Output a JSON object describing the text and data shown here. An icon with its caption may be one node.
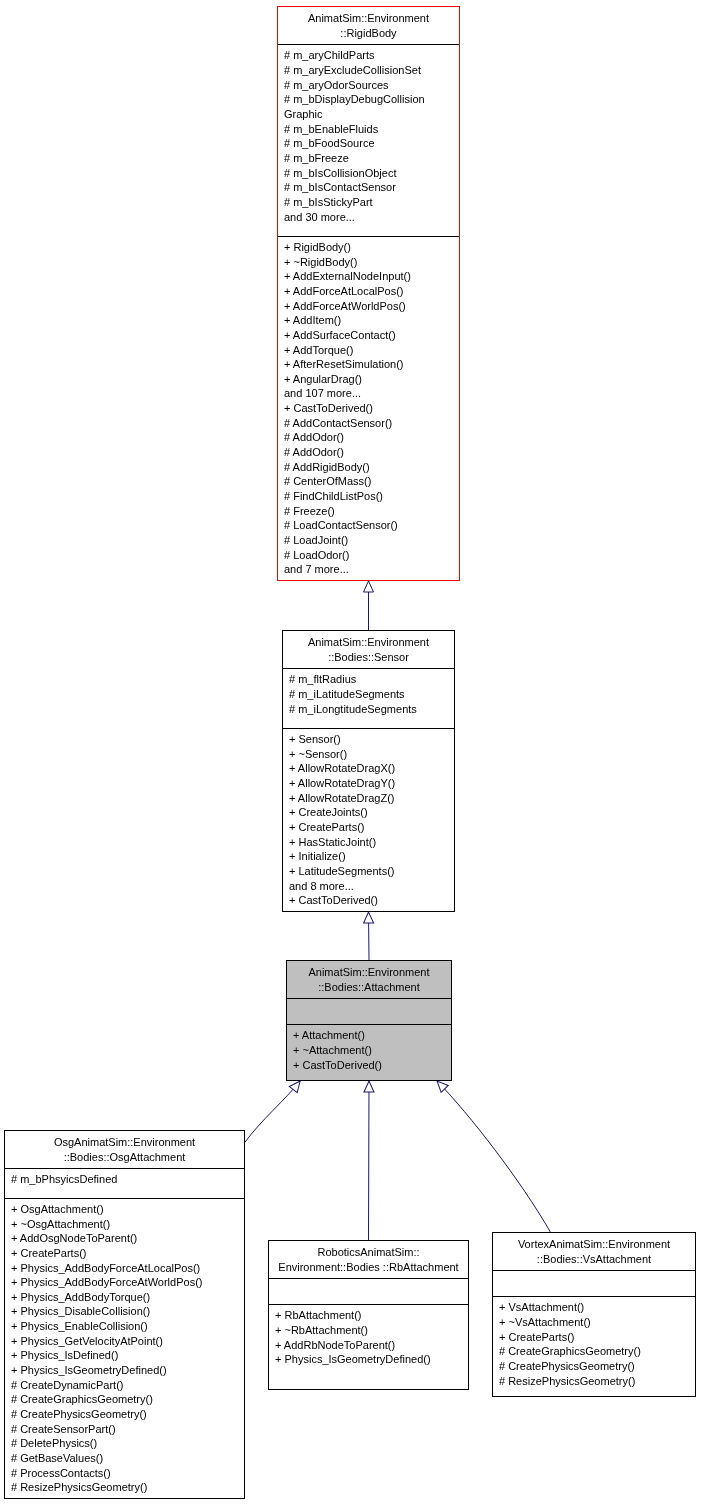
{
  "diagram": {
    "nodes": [
      {
        "text": [
          "AnimatSim::Environment ::RigidBody"
        ]
      },
      {
        "text": [
          "# m_aryChildParts",
          "# m_aryExcludeCollisionSet",
          "# m_aryOdorSources",
          "# m_bDisplayDebugCollision Graphic",
          "# m_bEnableFluids",
          "# m_bFoodSource",
          "# m_bFreeze",
          "# m_bIsCollisionObject",
          "# m_bIsContactSensor",
          "# m_bIsStickyPart",
          "and 30 more..."
        ],
        "in": 0
      },
      {
        "text": [
          "+ RigidBody()",
          "+ ~RigidBody()",
          "+ AddExternalNodeInput()",
          "+ AddForceAtLocalPos()",
          "+ AddForceAtWorldPos()",
          "+ AddItem()",
          "+ AddSurfaceContact()",
          "+ AddTorque()",
          "+ AfterResetSimulation()",
          "+ AngularDrag()",
          "and 107 more...",
          "+ CastToDerived()",
          "# AddContactSensor()",
          "# AddOdor()",
          "# AddOdor()",
          "# AddRigidBody()",
          "# CenterOfMass()",
          "# FindChildListPos()",
          "# Freeze()",
          "# LoadContactSensor()",
          "# LoadJoint()",
          "# LoadOdor()",
          "and 7 more..."
        ],
        "in": 0
      },
      {
        "text": [
          "AnimatSim::Environment ::Bodies::Sensor"
        ]
      },
      {
        "text": [
          "# m_fltRadius",
          "# m_iLatitudeSegments",
          "# m_iLongtitudeSegments"
        ],
        "in": 3
      },
      {
        "text": [
          "+ Sensor()",
          "+ ~Sensor()",
          "+ AllowRotateDragX()",
          "+ AllowRotateDragY()",
          "+ AllowRotateDragZ()",
          "+ CreateJoints()",
          "+ CreateParts()",
          "+ HasStaticJoint()",
          "+ Initialize()",
          "+ LatitudeSegments()",
          "and 8 more...",
          "+ CastToDerived()"
        ],
        "in": 3
      },
      {
        "text": [
          "AnimatSim::Environment ::Bodies::Attachment"
        ]
      },
      {
        "text": [],
        "shape": "box",
        "in": 6
      },
      {
        "text": [
          "+ Attachment()",
          "+ ~Attachment()",
          "+ CastToDerived()"
        ],
        "in": 6
      },
      {
        "text": [
          "OsgAnimatSim::Environment ::Bodies::OsgAttachment"
        ]
      },
      {
        "text": [
          "# m_bPhsyicsDefined"
        ],
        "in": 9
      },
      {
        "text": [
          "+ OsgAttachment()",
          "+ ~OsgAttachment()",
          "+ AddOsgNodeToParent()",
          "+ CreateParts()",
          "+ Physics_AddBodyForceAtLocalPos()",
          "+ Physics_AddBodyForceAtWorldPos()",
          "+ Physics_AddBodyTorque()",
          "+ Physics_DisableCollision()",
          "+ Physics_EnableCollision()",
          "+ Physics_GetVelocityAtPoint()",
          "+ Physics_IsDefined()",
          "+ Physics_IsGeometryDefined()",
          "# CreateDynamicPart()",
          "# CreateGraphicsGeometry()",
          "# CreatePhysicsGeometry()",
          "# CreateSensorPart()",
          "# DeletePhysics()",
          "# GetBaseValues()",
          "# ProcessContacts()",
          "# ResizePhysicsGeometry()"
        ],
        "in": 9
      },
      {
        "text": [
          "RoboticsAnimatSim:: Environment::Bodies ::RbAttachment"
        ]
      },
      {
        "text": [],
        "shape": "box",
        "in": 12
      },
      {
        "text": [
          "+ RbAttachment()",
          "+ ~RbAttachment()",
          "+ AddRbNodeToParent()",
          "+ Physics_IsGeometryDefined()"
        ],
        "in": 12
      },
      {
        "text": [
          "VortexAnimatSim::Environment ::Bodies::VsAttachment"
        ]
      },
      {
        "text": [],
        "shape": "box",
        "in": 15
      },
      {
        "text": [
          "+ VsAttachment()",
          "+ ~VsAttachment()",
          "+ CreateParts()",
          "# CreateGraphicsGeometry()",
          "# CreatePhysicsGeometry()",
          "# ResizePhysicsGeometry()"
        ],
        "in": 15
      }
    ],
    "edges": [
      {
        "from": 3,
        "to": 0,
        "arrow": "to"
      },
      {
        "from": 6,
        "to": 3,
        "arrow": "to"
      },
      {
        "from": 9,
        "to": 6,
        "arrow": "to"
      },
      {
        "from": 12,
        "to": 6,
        "arrow": "to"
      },
      {
        "from": 15,
        "to": 6,
        "arrow": "to"
      }
    ]
  }
}
